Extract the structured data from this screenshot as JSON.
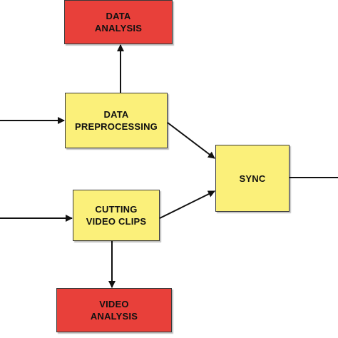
{
  "nodes": {
    "data_analysis": {
      "lines": [
        "DATA",
        "ANALYSIS"
      ],
      "fill": "#e8403a"
    },
    "data_preprocessing": {
      "lines": [
        "DATA",
        "PREPROCESSING"
      ],
      "fill": "#fbf07a"
    },
    "cutting_video_clips": {
      "lines": [
        "CUTTING",
        "VIDEO CLIPS"
      ],
      "fill": "#fbf07a"
    },
    "sync": {
      "lines": [
        "SYNC"
      ],
      "fill": "#fbf07a"
    },
    "video_analysis": {
      "lines": [
        "VIDEO",
        "ANALYSIS"
      ],
      "fill": "#e8403a"
    }
  },
  "edges": [
    {
      "from": "input-left",
      "to": "data_preprocessing"
    },
    {
      "from": "data_preprocessing",
      "to": "data_analysis"
    },
    {
      "from": "data_preprocessing",
      "to": "sync"
    },
    {
      "from": "input-left",
      "to": "cutting_video_clips"
    },
    {
      "from": "cutting_video_clips",
      "to": "sync"
    },
    {
      "from": "cutting_video_clips",
      "to": "video_analysis"
    },
    {
      "from": "sync",
      "to": "output-right"
    }
  ],
  "colors": {
    "edge": "#111111",
    "border": "#3a3a3a"
  }
}
